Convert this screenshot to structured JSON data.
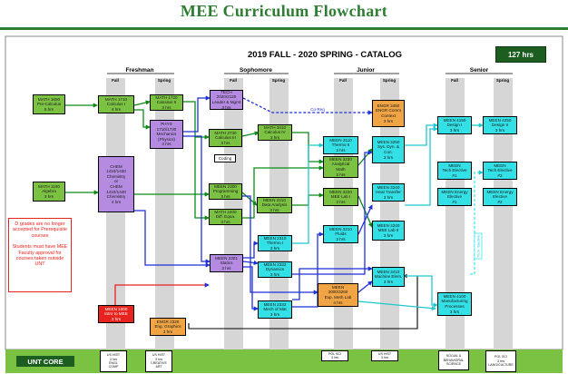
{
  "title": "MEE Curriculum Flowchart",
  "catalog": "2019 FALL - 2020 SPRING - CATALOG",
  "hours_badge": "127 hrs",
  "years": [
    {
      "label": "Freshman",
      "fall": "Fall",
      "spring": "Spring"
    },
    {
      "label": "Sophomore",
      "fall": "Fall",
      "spring": "Spring"
    },
    {
      "label": "Junior",
      "fall": "Fall",
      "spring": "Spring"
    },
    {
      "label": "Senior",
      "fall": "Fall",
      "spring": "Spring"
    }
  ],
  "note": [
    "D grades are no longer accepted for Prerequisite courses",
    "Students must have MEE Faculty approval for courses taken outside UNT"
  ],
  "core_label": "UNT CORE",
  "colors": {
    "green": "#7cc242",
    "purple": "#b48be0",
    "cyan": "#33e0e6",
    "orange": "#f0a444",
    "red": "#e8221c",
    "dark_green": "#1b5e20",
    "blue_line": "#1f2fd8",
    "cyan_line": "#3fe7ef",
    "green_line": "#0b8a16"
  },
  "courses": [
    {
      "id": "math1650",
      "text": "MATH 1650\nPre-Calculus\n5 hrs",
      "color": "green"
    },
    {
      "id": "math1100",
      "text": "MATH 1100\nAlgebra\n3 hrs",
      "color": "green"
    },
    {
      "id": "math1710",
      "text": "MATH 1710\nCalculus I\n4 hrs",
      "color": "green"
    },
    {
      "id": "chem",
      "text": "CHEM\n1410/1430\nChemistry\nor\nCHEM\n1410/1440\nChemistry\n4 hrs",
      "color": "purple"
    },
    {
      "id": "meen1000",
      "text": "MEEN 1000\nIntro to MEE\n3 hrs",
      "color": "red"
    },
    {
      "id": "math1720",
      "text": "MATH 1720\nCalculus II\n3 hrs",
      "color": "green"
    },
    {
      "id": "phys1710",
      "text": "PHYS\n1710/1730\nMechanics\n(Physics)\n4 hrs",
      "color": "purple"
    },
    {
      "id": "engr2320",
      "text": "ENGR 2320\nEng. Graphics\n3 hrs",
      "color": "orange"
    },
    {
      "id": "tech2020",
      "text": "TECH\n2020/2120\nLeader & Mgmt\n3 hrs",
      "color": "purple"
    },
    {
      "id": "math2730",
      "text": "MATH 2730\nCalculus III\n3 hrs",
      "color": "green"
    },
    {
      "id": "coding",
      "text": "Coding",
      "color": "white"
    },
    {
      "id": "meen2200",
      "text": "MEEN 2200\nProgramming\n3 hrs",
      "color": "green"
    },
    {
      "id": "math2400",
      "text": "MATH 2400\nDiff. Equa.\n3 hrs",
      "color": "green"
    },
    {
      "id": "meen2301",
      "text": "MEEN 2301\nStatics\n3 hrs",
      "color": "purple"
    },
    {
      "id": "math3410",
      "text": "MATH 3410\nCalculus IV\n3 hrs",
      "color": "green"
    },
    {
      "id": "meen2210",
      "text": "MEEN 2210\nData Analysis\n3 hrs",
      "color": "green"
    },
    {
      "id": "meen2310",
      "text": "MEEN 2310\nThermo I\n3 hrs",
      "color": "cyan"
    },
    {
      "id": "meen2332",
      "text": "MEEN 2332\nDynamics\n3 hrs",
      "color": "cyan"
    },
    {
      "id": "meen2332b",
      "text": "MEEN 2332\nMech of Mat\n3 hrs",
      "color": "cyan"
    },
    {
      "id": "meen3110",
      "text": "MEEN 3110\nThermo II\n3 hrs",
      "color": "cyan"
    },
    {
      "id": "meen3230",
      "text": "MEEN 3230\nAnalytical\nMath\n3 hrs",
      "color": "green"
    },
    {
      "id": "meen3220",
      "text": "MEEN 3220\nMEE Lab I\n3 hrs",
      "color": "green"
    },
    {
      "id": "meen3210",
      "text": "MEEN 3210\nFluids\n3 hrs",
      "color": "cyan"
    },
    {
      "id": "meen3000",
      "text": "MEEN\n3000/3260\nExp. Meth Lab\n4 hrs",
      "color": "orange"
    },
    {
      "id": "engr3450",
      "text": "ENGR 3450\nENGR Comm\nContext\n3 hrs",
      "color": "orange"
    },
    {
      "id": "meen3250",
      "text": "MEEN 3250\nSys. Dyn. &\nCon.\n3 hrs",
      "color": "cyan"
    },
    {
      "id": "meen3240",
      "text": "MEEN 3240\nHeat Transfer\n3 hrs",
      "color": "cyan"
    },
    {
      "id": "meen3240b",
      "text": "MEEN 3240\nMEE Lab II\n3 hrs",
      "color": "cyan"
    },
    {
      "id": "meen3410",
      "text": "MEEN 3410\nMachine Elem.\n3 hrs",
      "color": "cyan"
    },
    {
      "id": "meen4150",
      "text": "MEEN 4150\nDesign I\n3 hrs",
      "color": "cyan"
    },
    {
      "id": "tech1",
      "text": "MEEN\nTech Elective\n#1",
      "color": "cyan"
    },
    {
      "id": "energy1",
      "text": "MEEN Energy\nElective\n#1",
      "color": "cyan"
    },
    {
      "id": "meen4100",
      "text": "MEEN 4100\nManufacturing\nProcesses\n3 hrs",
      "color": "cyan"
    },
    {
      "id": "meen4250",
      "text": "MEEN 4250\nDesign II\n3 hrs",
      "color": "cyan"
    },
    {
      "id": "tech2",
      "text": "MEEN\nTech Elective\n#2",
      "color": "cyan"
    },
    {
      "id": "energy2",
      "text": "MEEN Energy\nElective\n#2",
      "color": "cyan"
    }
  ],
  "coreq_label": "Co-Req",
  "tech_elective_label": "Tech. Elective",
  "core_boxes": [
    {
      "id": "us-hist",
      "text": "US HIST\n3 hrs\nENGL\nCOMP"
    },
    {
      "id": "us-hist2",
      "text": "US HIST\n3 hrs\nCREATIVE\nART"
    },
    {
      "id": "pol-sci",
      "text": "POL SCI\n3 hrs"
    },
    {
      "id": "us-hist3",
      "text": "US HIST\n3 hrs"
    },
    {
      "id": "social",
      "text": "SOCIAL &\nBEHAVIORAL\nSCIENCE"
    },
    {
      "id": "pol-sci2",
      "text": "POL SCI\n3 hrs\nLANG/CULTURE"
    }
  ]
}
